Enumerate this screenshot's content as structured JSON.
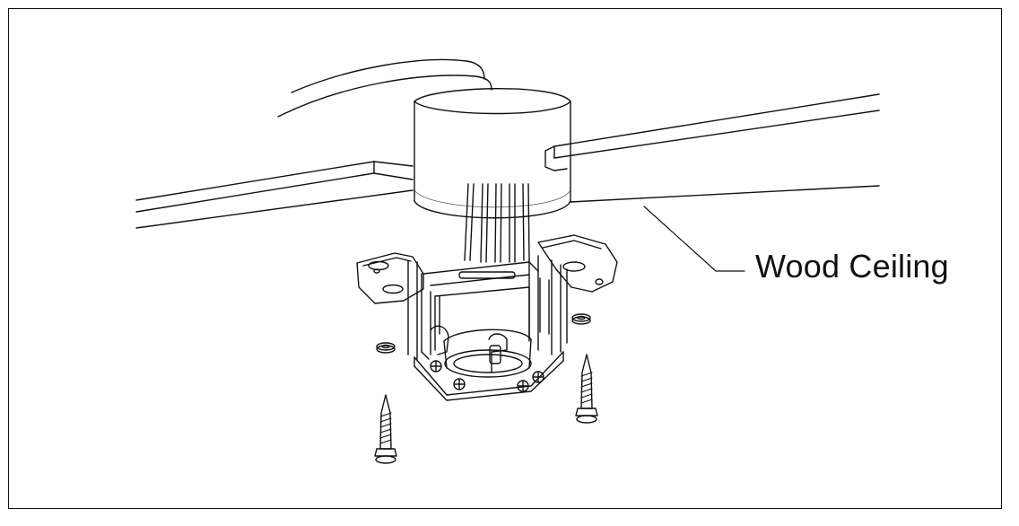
{
  "diagram": {
    "callout": {
      "label": "Wood Ceiling",
      "target": "wood-ceiling-joists"
    },
    "components": [
      "electrical-box",
      "cable",
      "wires",
      "mounting-bracket",
      "washer",
      "screw"
    ],
    "colors": {
      "line": "#111111",
      "background": "#ffffff"
    }
  }
}
